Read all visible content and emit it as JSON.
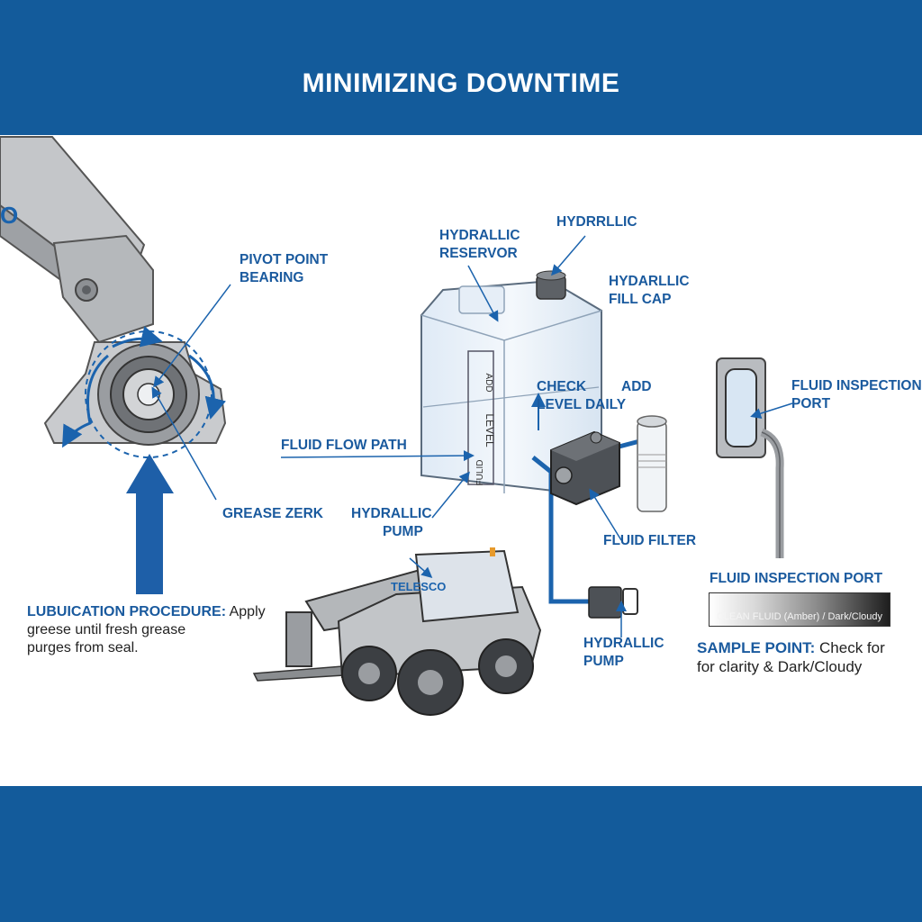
{
  "header": {
    "title": "MINIMIZING DOWNTIME"
  },
  "colors": {
    "brand_blue": "#135b9b",
    "label_blue": "#1a5a9e",
    "arrow_blue": "#1b63ad"
  },
  "labels": {
    "pivot_bearing": [
      "PIVOT POINT",
      "BEARING"
    ],
    "grease_zerk": "GREASE ZERK",
    "hydraulic_reservoir": [
      "HYDRALLIC",
      "RESERVOR"
    ],
    "hydrrllic": "HYDRRLLIC",
    "fill_cap": [
      "HYDARLLIC",
      "FILL CAP"
    ],
    "check_level": [
      "CHECK",
      "LEVEL DAILY"
    ],
    "add": "ADD",
    "fluid_flow_path": "FLUID FLOW PATH",
    "hydraulic_pump_upper": [
      "HYDRALLIC",
      "PUMP"
    ],
    "fluid_filter": "FLUID FILTER",
    "hydraulic_pump_lower": [
      "HYDRALLIC",
      "PUMP"
    ],
    "fluid_inspection_port_top": [
      "FLUID INSPECTION",
      "PORT"
    ],
    "fluid_inspection_port": "FLUID INSPECTION PORT"
  },
  "tank_markings": {
    "level": "LEVEL",
    "full": "FULID",
    "add": "ADD"
  },
  "machine_brand": "TELESCO",
  "lubrication": {
    "heading": "LUBUICATION PROCEDURE:",
    "line1_rest": " Apply",
    "line2": "greese until fresh grease",
    "line3": "purges from seal."
  },
  "fluid_scale": {
    "clean": "CLEAN FLUID (Amber)",
    "sep": " / ",
    "dark": "Dark/Cloudy"
  },
  "sample_point": {
    "heading": "SAMPLE POINT:",
    "line1_rest": " Check for",
    "line2": "for clarity & Dark/Cloudy"
  }
}
